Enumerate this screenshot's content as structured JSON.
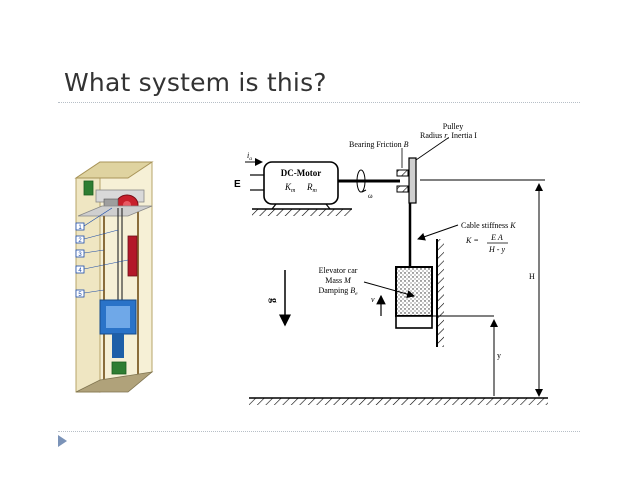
{
  "slide": {
    "title": "What system is this?"
  },
  "diagram": {
    "motor_title": "DC-Motor",
    "motor_k": "K",
    "motor_k_sub": "m",
    "motor_r": "R",
    "motor_r_sub": "m",
    "current_label": "i",
    "current_sub": "a",
    "voltage_label": "E",
    "omega_label": "ω",
    "bearing_label": "Bearing Friction",
    "bearing_symbol": "B",
    "pulley_line1": "Pulley",
    "pulley_line2_a": "Radius",
    "pulley_line2_r": "r",
    "pulley_line2_b": ", Inertia I",
    "cable_label": "Cable stiffness",
    "cable_symbol": "K",
    "formula_lhs": "K =",
    "formula_num": "E A",
    "formula_den": "H - y",
    "car_line1": "Elevator car",
    "car_line2": "Mass",
    "car_mass_symbol": "M",
    "car_line3": "Damping",
    "car_damp_symbol": "B",
    "car_damp_sub": "e",
    "gravity_label": "g",
    "velocity_label": "v",
    "height_label": "H",
    "position_label": "y",
    "elevator_numbers": [
      "1",
      "2",
      "3",
      "4",
      "5"
    ]
  },
  "colors": {
    "title": "#333333",
    "divider": "#b7bfc7",
    "nav_arrow": "#7b93b8",
    "ink": "#000000",
    "shaft_wall": "#e8ddb0",
    "motor_red": "#c8202c",
    "car_blue": "#2a73c8",
    "counterweight_red": "#b3182a",
    "label_blue": "#1a4aa8"
  }
}
